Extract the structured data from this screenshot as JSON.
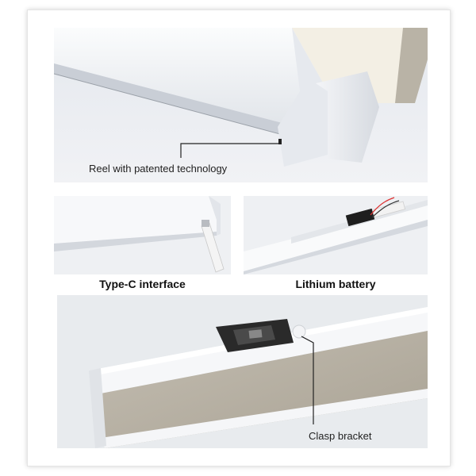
{
  "panels": [
    {
      "id": "reel",
      "callout": "Reel with patented technology"
    },
    {
      "id": "type-c",
      "caption": "Type-C interface"
    },
    {
      "id": "battery",
      "caption": "Lithium battery"
    },
    {
      "id": "bracket",
      "callout": "Clasp bracket"
    }
  ],
  "colors": {
    "background": "#ffffff",
    "panel": "#ebedf1",
    "rail": "#f7f8fa",
    "fabric": "#b8b1a4",
    "text": "#222222"
  }
}
